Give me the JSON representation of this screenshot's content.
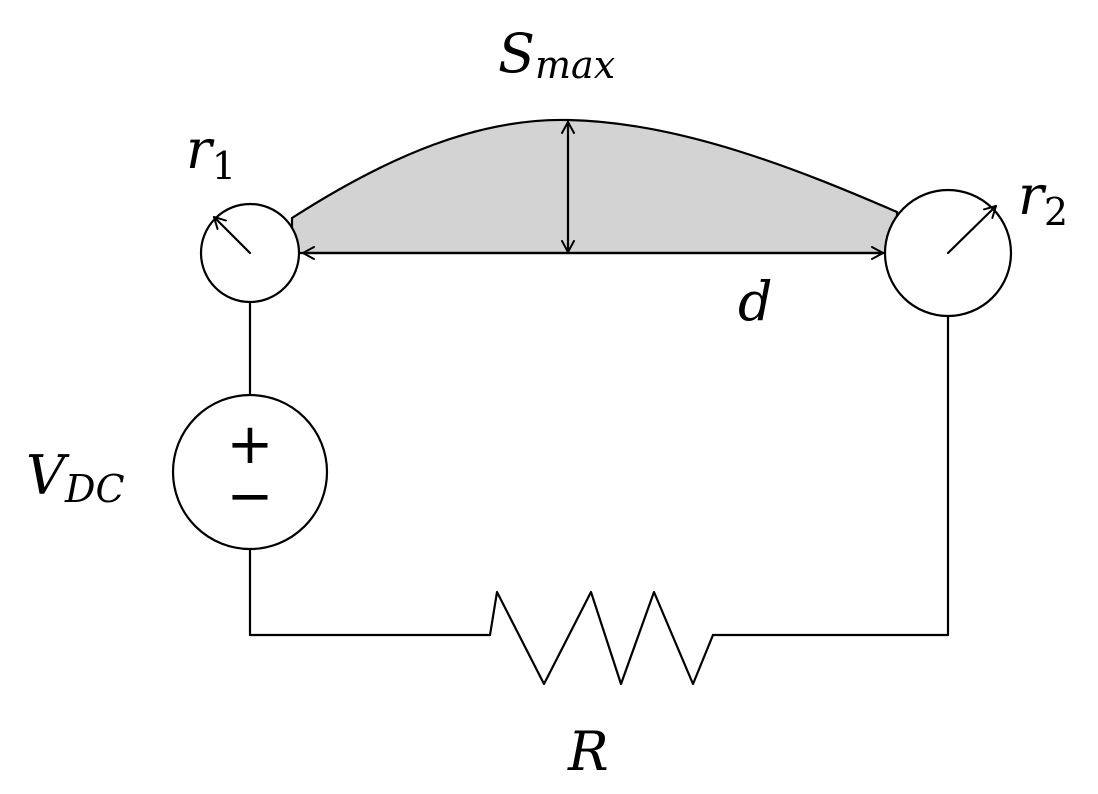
{
  "labels": {
    "s_max": {
      "main": "S",
      "sub": "max"
    },
    "r1": {
      "main": "r",
      "sub": "1"
    },
    "r2": {
      "main": "r",
      "sub": "2"
    },
    "d": {
      "main": "d"
    },
    "v_dc": {
      "main": "V",
      "sub": "DC"
    },
    "r": {
      "main": "R"
    },
    "source_plus": "+",
    "source_minus": "−"
  },
  "colors": {
    "gap_fill": "#d3d3d3",
    "stroke": "#000000",
    "background": "#ffffff"
  }
}
